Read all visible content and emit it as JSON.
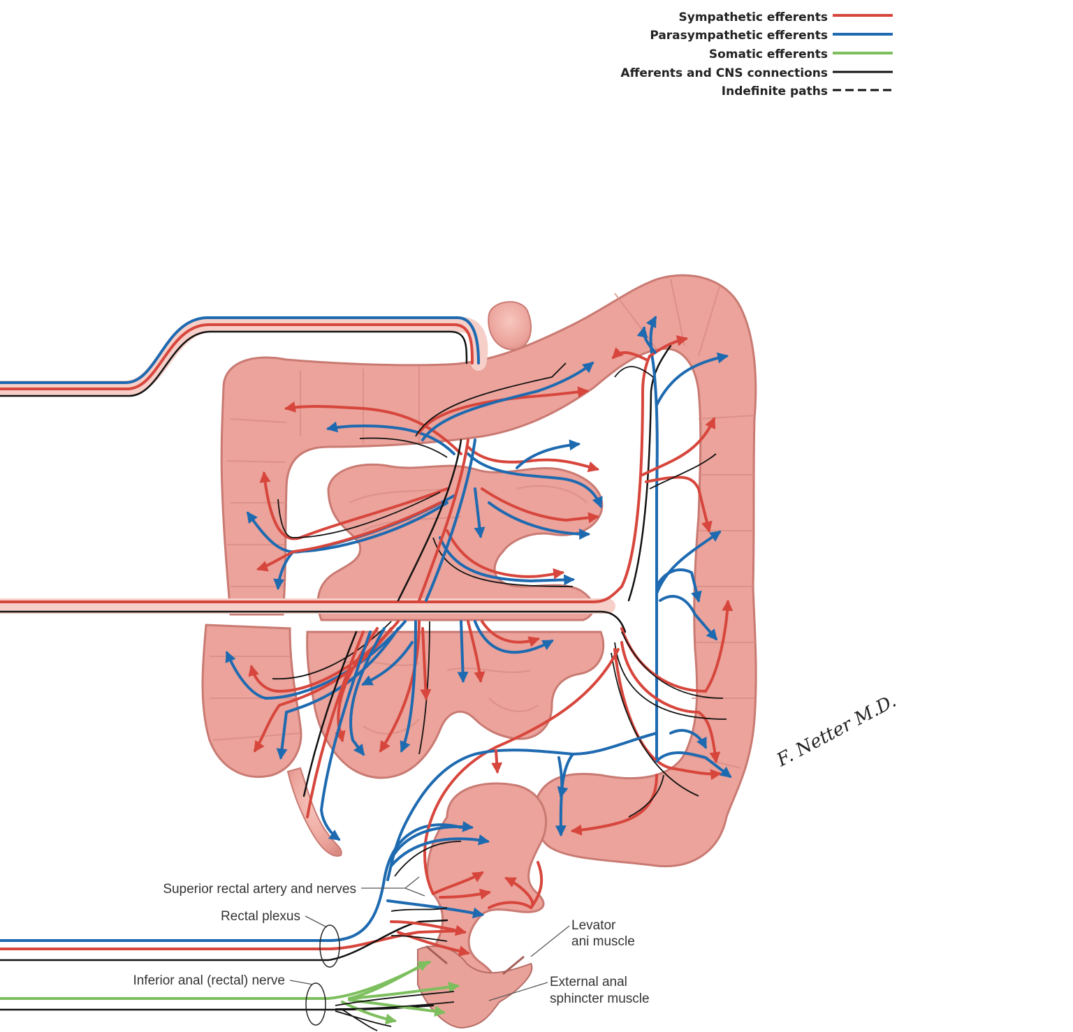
{
  "legend": {
    "sympathetic": "Sympathetic efferents",
    "parasympathetic": "Parasympathetic efferents",
    "somatic": "Somatic efferents",
    "afferent": "Afferents and CNS connections",
    "indefinite": "Indefinite paths"
  },
  "labels": {
    "superior_rectal": "Superior rectal artery and nerves",
    "rectal_plexus": "Rectal plexus",
    "inferior_anal": "Inferior anal (rectal) nerve",
    "levator_1": "Levator",
    "levator_2": "ani muscle",
    "external_1": "External anal",
    "external_2": "sphincter muscle"
  },
  "signature": "F. Netter M.D.",
  "colors": {
    "sympathetic": "#d7463c",
    "parasympathetic": "#1e6ab0",
    "somatic": "#7dbf5e",
    "afferent": "#111111",
    "tissue": "#eba39b"
  }
}
